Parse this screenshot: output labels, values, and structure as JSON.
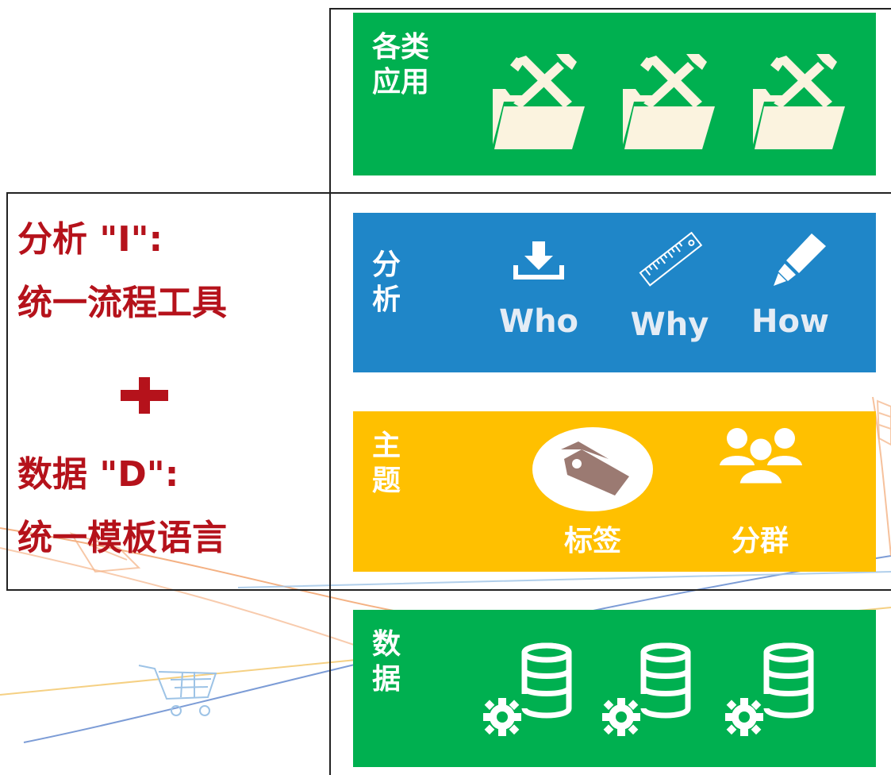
{
  "colors": {
    "green": "#00b050",
    "blue": "#1f86c8",
    "yellow": "#ffc000",
    "red_text": "#b5121b",
    "icon_cream": "#fbf3df"
  },
  "left": {
    "line1": "分析 \"I\":",
    "line2": "统一流程工具",
    "plus_icon": "plus-icon",
    "line3": "数据 \"D\":",
    "line4": "统一模板语言"
  },
  "apps": {
    "label": "各类\n应用",
    "icons": [
      "folder-tools-icon",
      "folder-tools-icon",
      "folder-tools-icon"
    ]
  },
  "analysis": {
    "label": "分\n析",
    "items": [
      {
        "icon": "download-icon",
        "text": "Who"
      },
      {
        "icon": "ruler-icon",
        "text": "Why"
      },
      {
        "icon": "marker-icon",
        "text": "How"
      }
    ]
  },
  "topic": {
    "label": "主\n题",
    "items": [
      {
        "icon": "tag-icon",
        "text": "标签"
      },
      {
        "icon": "people-group-icon",
        "text": "分群"
      }
    ]
  },
  "data": {
    "label": "数\n据",
    "icons": [
      "database-gear-icon",
      "database-gear-icon",
      "database-gear-icon"
    ]
  }
}
